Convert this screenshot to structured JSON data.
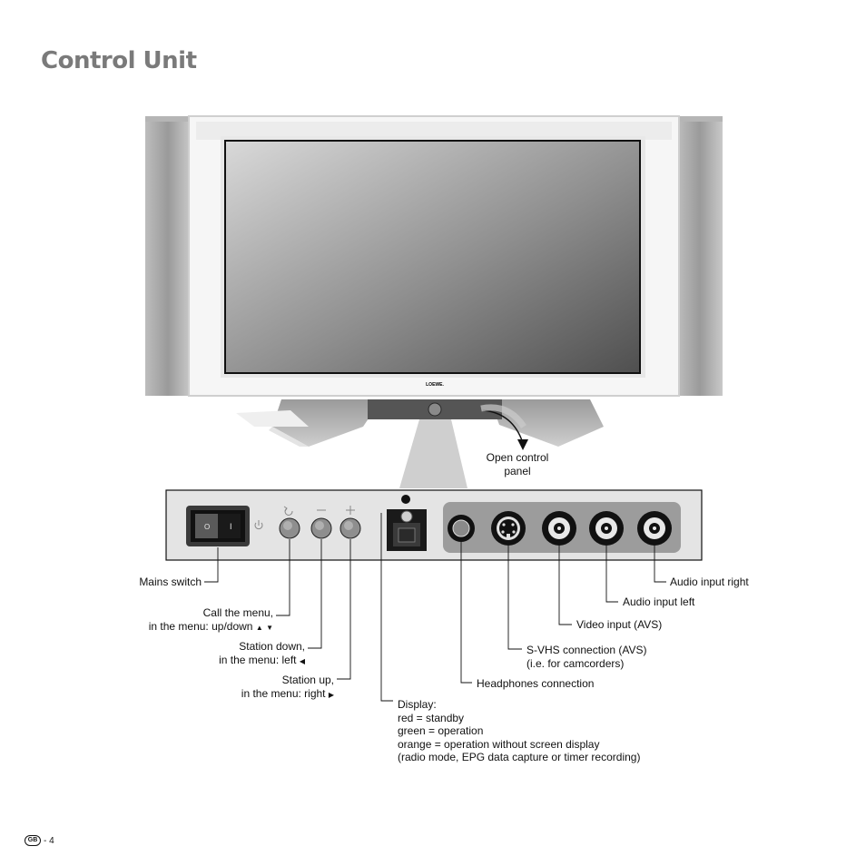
{
  "page": {
    "title": "Control Unit",
    "footer_lang": "GB",
    "footer_page": "- 4"
  },
  "tv": {
    "brand": "LOEWE."
  },
  "annotations": {
    "open_panel": [
      "Open control",
      "panel"
    ],
    "mains_switch": "Mains switch",
    "call_menu": [
      "Call the menu,",
      "in the menu: up/down"
    ],
    "station_down": [
      "Station down,",
      "in the menu: left"
    ],
    "station_up": [
      "Station up,",
      "in the menu: right"
    ],
    "display": [
      "Display:",
      "red = standby",
      "green = operation",
      "orange = operation without screen display",
      "(radio mode, EPG data capture or timer recording)"
    ],
    "headphones": "Headphones connection",
    "svhs": [
      "S-VHS connection (AVS)",
      "(i.e. for camcorders)"
    ],
    "video_in": "Video input (AVS)",
    "audio_left": "Audio input left",
    "audio_right": "Audio input right"
  },
  "switch": {
    "off_mark": "O",
    "on_mark": "I"
  },
  "icons": {
    "power": "power-icon",
    "menu": "refresh-arrow-icon",
    "minus": "minus-icon",
    "plus": "plus-icon",
    "up": "triangle-up-icon",
    "down": "triangle-down-icon",
    "left": "triangle-left-icon",
    "right": "triangle-right-icon"
  }
}
